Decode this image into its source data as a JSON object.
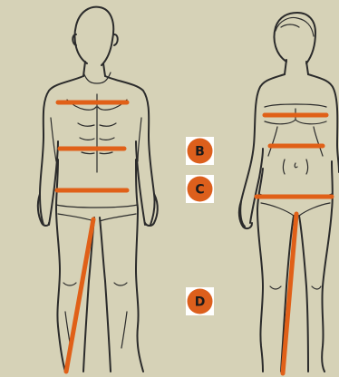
{
  "colors": {
    "background": "#d6d2b7",
    "measure_line": "#e06018",
    "badge_fill": "#dc5f1c",
    "badge_text": "#1a1a1a",
    "badge_border": "#ffffff",
    "outline": "#2b2b2b"
  },
  "badges": {
    "b": "B",
    "c": "C",
    "d": "D"
  }
}
